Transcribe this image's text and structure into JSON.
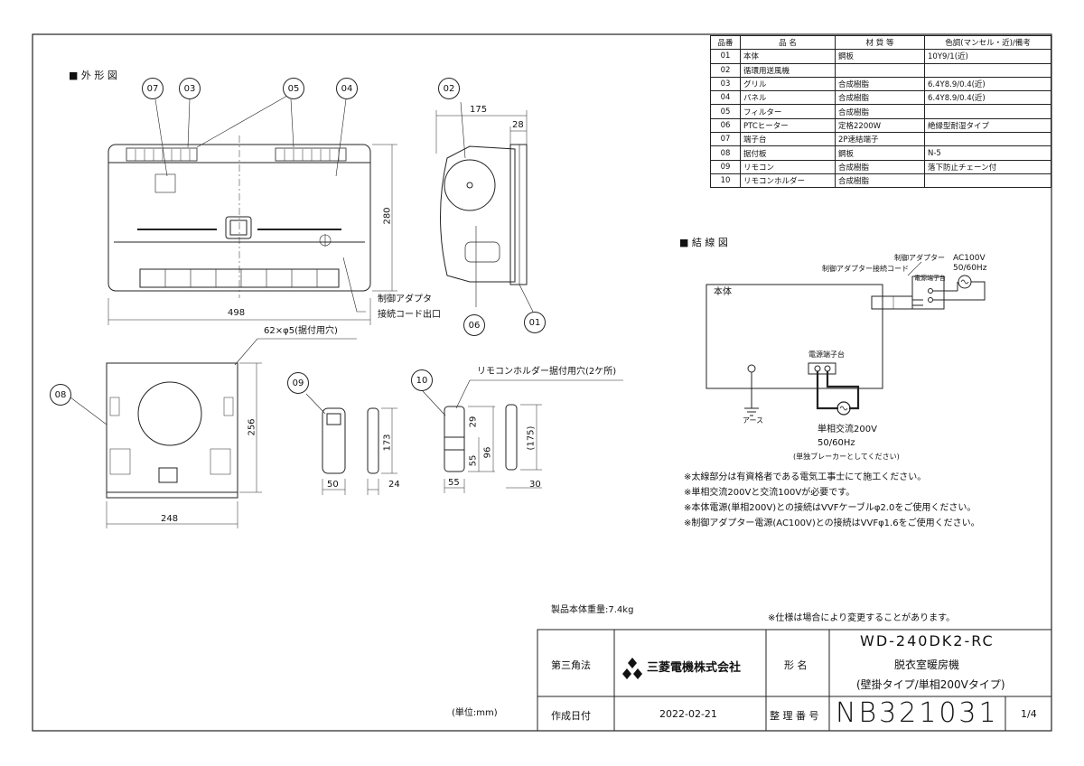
{
  "sections": {
    "exterior_title": "外 形 図",
    "wiring_title": "結 線 図"
  },
  "parts_table": {
    "headers": [
      "品番",
      "品 名",
      "材 質 等",
      "色調(マンセル・近)/備考"
    ],
    "rows": [
      {
        "no": "01",
        "name": "本体",
        "material": "鋼板",
        "note": "10Y9/1(近)"
      },
      {
        "no": "02",
        "name": "循環用送風機",
        "material": "",
        "note": ""
      },
      {
        "no": "03",
        "name": "グリル",
        "material": "合成樹脂",
        "note": "6.4Y8.9/0.4(近)"
      },
      {
        "no": "04",
        "name": "パネル",
        "material": "合成樹脂",
        "note": "6.4Y8.9/0.4(近)"
      },
      {
        "no": "05",
        "name": "フィルター",
        "material": "合成樹脂",
        "note": ""
      },
      {
        "no": "06",
        "name": "PTCヒーター",
        "material": "定格2200W",
        "note": "絶縁型耐湿タイプ"
      },
      {
        "no": "07",
        "name": "端子台",
        "material": "2P速結端子",
        "note": ""
      },
      {
        "no": "08",
        "name": "据付板",
        "material": "鋼板",
        "note": "N-5"
      },
      {
        "no": "09",
        "name": "リモコン",
        "material": "合成樹脂",
        "note": "落下防止チェーン付"
      },
      {
        "no": "10",
        "name": "リモコンホルダー",
        "material": "合成樹脂",
        "note": ""
      }
    ]
  },
  "callouts": {
    "c07": "07",
    "c03": "03",
    "c05": "05",
    "c04": "04",
    "c02": "02",
    "c06": "06",
    "c01": "01",
    "c08": "08",
    "c09": "09",
    "c10": "10"
  },
  "dimensions": {
    "front_width": "498",
    "front_height": "280",
    "side_depth": "175",
    "side_top": "28",
    "mount_holes": "62×φ5(据付用穴)",
    "plate_width": "248",
    "plate_height": "256",
    "remote_width": "50",
    "remote_height": "173",
    "remote_depth": "24",
    "holder_w": "55",
    "holder_d1": "29",
    "holder_d2": "55",
    "holder_d3": "96",
    "holder_d4": "(175)",
    "holder_d5": "30",
    "holder_holes": "リモコンホルダー据付用穴(2ケ所)"
  },
  "annotations": {
    "cord_outlet_1": "制御アダプタ",
    "cord_outlet_2": "接続コード出口"
  },
  "wiring": {
    "body": "本体",
    "adapter": "制御アダプター",
    "adapter_cord": "制御アダプター接続コード",
    "ac100": "AC100V",
    "ac100_hz": "50/60Hz",
    "adapter_terminal": "電源端子台",
    "main_terminal": "電源端子台",
    "earth": "アース",
    "supply": "単相交流200V",
    "supply_hz": "50/60Hz",
    "breaker": "(単独ブレーカーとしてください)"
  },
  "notes": [
    "※太線部分は有資格者である電気工事士にて施工ください。",
    "※単相交流200Vと交流100Vが必要です。",
    "※本体電源(単相200V)との接続はVVFケーブルφ2.0をご使用ください。",
    "※制御アダプター電源(AC100V)との接続はVVFφ1.6をご使用ください。"
  ],
  "weight": "製品本体重量:7.4kg",
  "spec_note": "※仕様は場合により変更することがあります。",
  "unit": "(単位:mm)",
  "title_block": {
    "projection": "第三角法",
    "company": "三菱電機株式会社",
    "model_label": "形 名",
    "model": "WD-240DK2-RC",
    "product": "脱衣室暖房機",
    "product_type": "(壁掛タイプ/単相200Vタイプ)",
    "date_label": "作成日付",
    "date": "2022-02-21",
    "ref_label": "整 理 番 号",
    "ref_no": "NB321031",
    "page": "1/4"
  }
}
